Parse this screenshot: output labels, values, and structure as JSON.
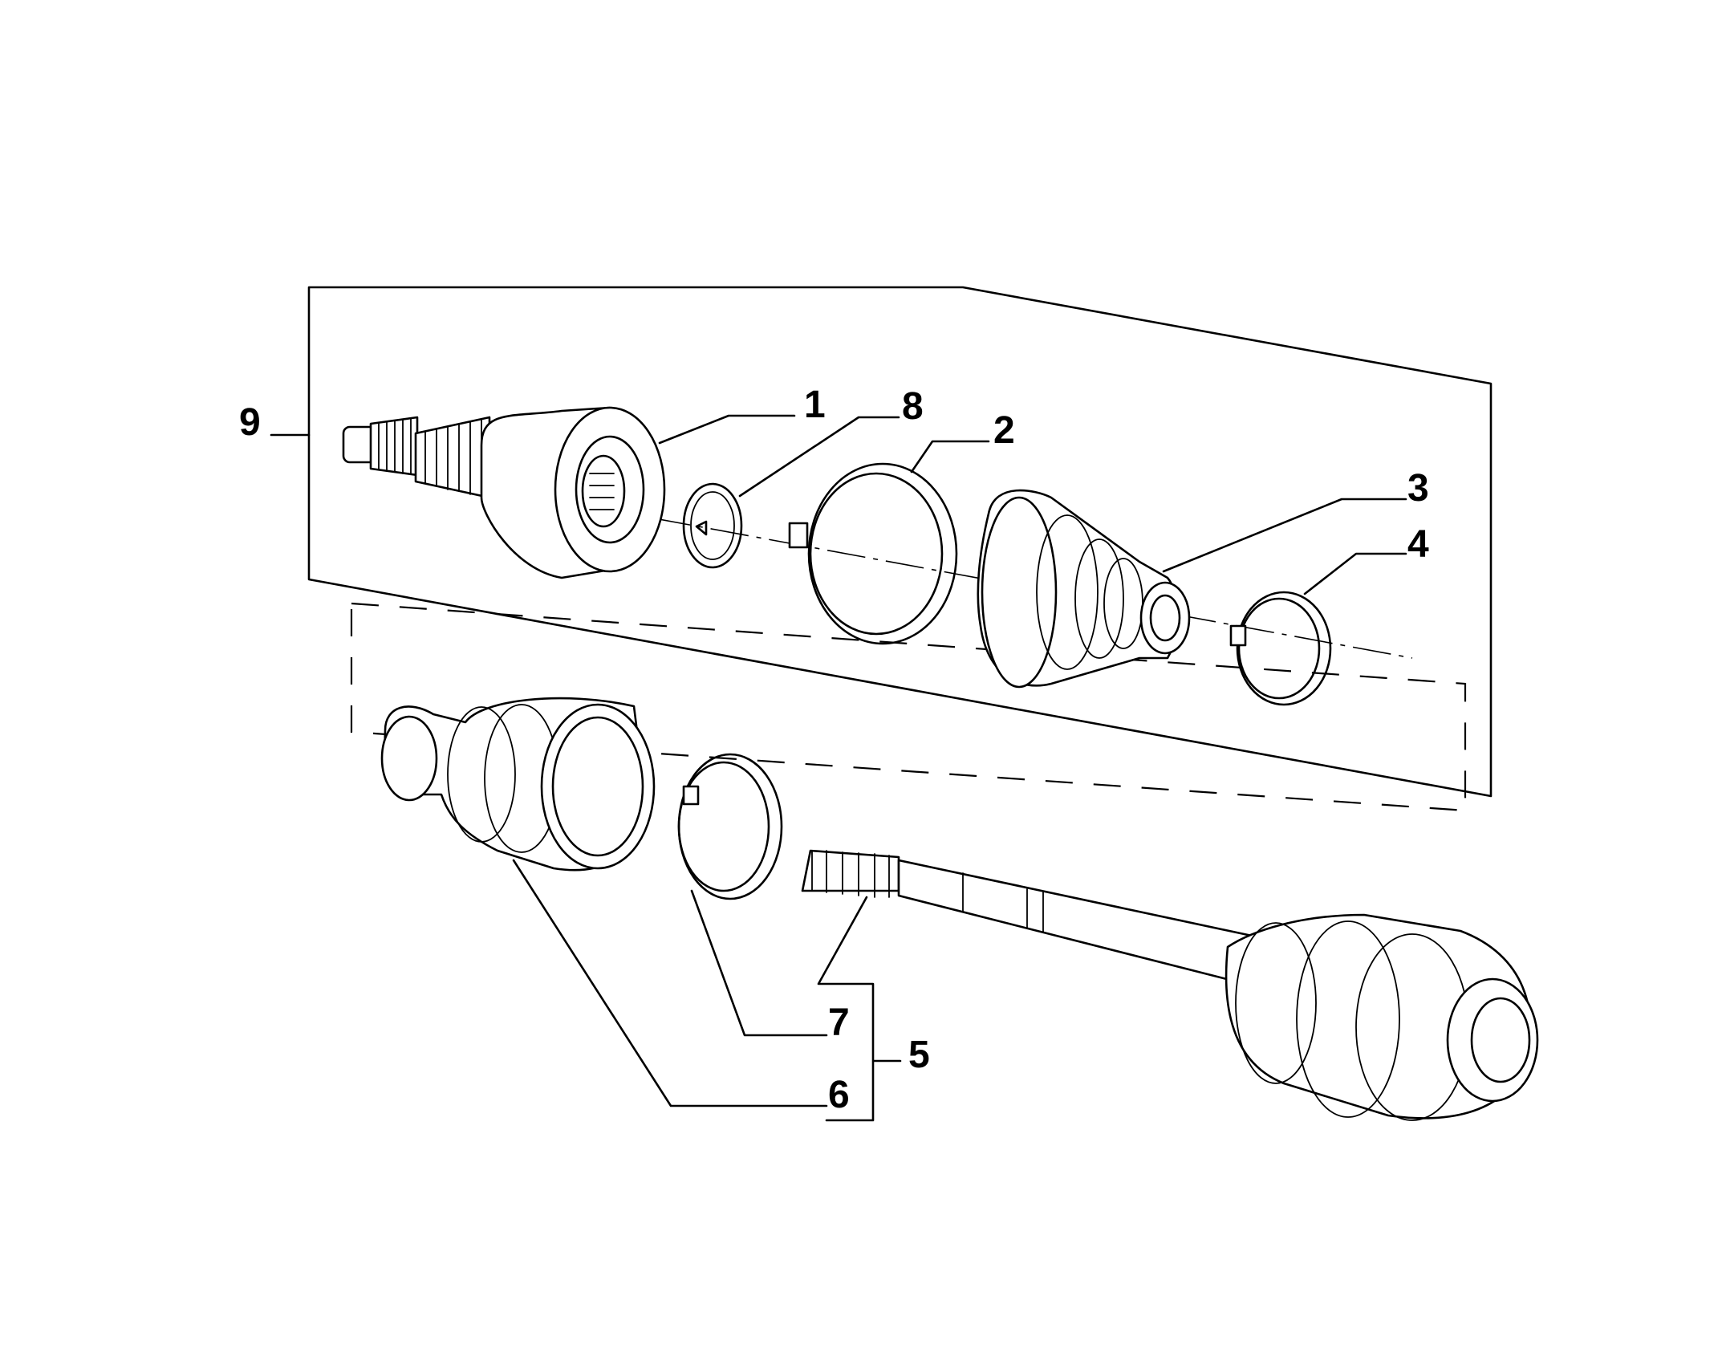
{
  "diagram": {
    "type": "exploded-parts-view",
    "line_color": "#000000",
    "background": "#ffffff"
  },
  "callouts": {
    "c1": "1",
    "c2": "2",
    "c3": "3",
    "c4": "4",
    "c5": "5",
    "c6": "6",
    "c7": "7",
    "c8": "8",
    "c9": "9"
  }
}
